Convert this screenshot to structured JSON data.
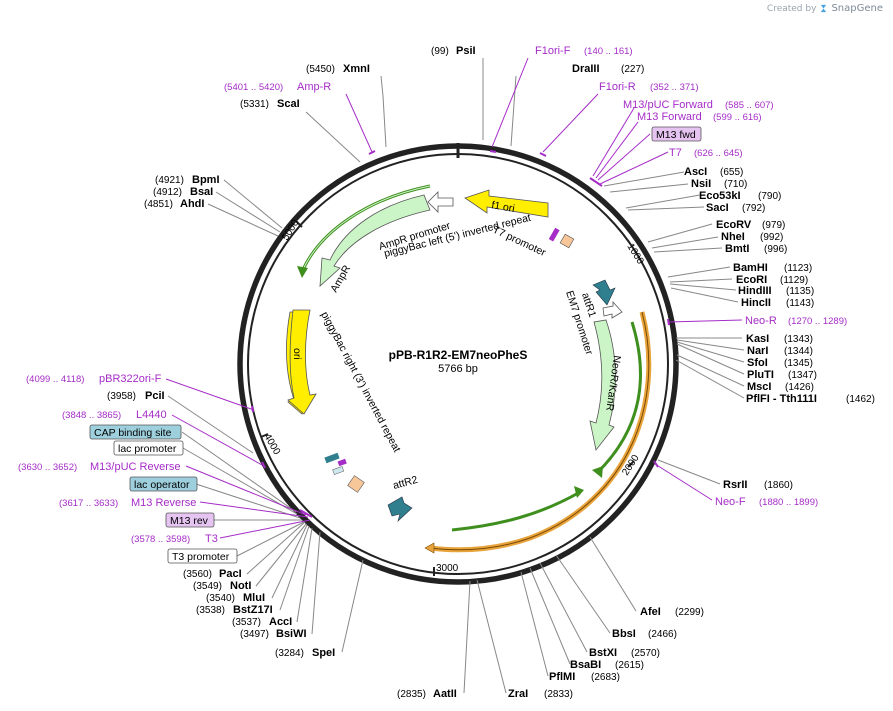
{
  "brand": {
    "created_by": "Created by",
    "name": "SnapGene"
  },
  "plasmid": {
    "name": "pPB-R1R2-EM7neoPheS",
    "length": "5766 bp"
  },
  "ticks": [
    "1000",
    "2000",
    "3000",
    "4000",
    "5000"
  ],
  "enzymes": [
    {
      "name": "PsiI",
      "pos": "(99)"
    },
    {
      "name": "DraIII",
      "pos": "(227)"
    },
    {
      "name": "XmnI",
      "pos": "(5450)"
    },
    {
      "name": "ScaI",
      "pos": "(5331)"
    },
    {
      "name": "AscI",
      "pos": "(655)"
    },
    {
      "name": "NsiI",
      "pos": "(710)"
    },
    {
      "name": "Eco53kI",
      "pos": "(790)"
    },
    {
      "name": "SacI",
      "pos": "(792)"
    },
    {
      "name": "EcoRV",
      "pos": "(979)"
    },
    {
      "name": "NheI",
      "pos": "(992)"
    },
    {
      "name": "BmtI",
      "pos": "(996)"
    },
    {
      "name": "BamHI",
      "pos": "(1123)"
    },
    {
      "name": "EcoRI",
      "pos": "(1129)"
    },
    {
      "name": "HindIII",
      "pos": "(1135)"
    },
    {
      "name": "HincII",
      "pos": "(1143)"
    },
    {
      "name": "KasI",
      "pos": "(1343)"
    },
    {
      "name": "NarI",
      "pos": "(1344)"
    },
    {
      "name": "SfoI",
      "pos": "(1345)"
    },
    {
      "name": "PluTI",
      "pos": "(1347)"
    },
    {
      "name": "MscI",
      "pos": "(1426)"
    },
    {
      "name": "PflFI - Tth111I",
      "pos": "(1462)"
    },
    {
      "name": "RsrII",
      "pos": "(1860)"
    },
    {
      "name": "AfeI",
      "pos": "(2299)"
    },
    {
      "name": "BbsI",
      "pos": "(2466)"
    },
    {
      "name": "BstXI",
      "pos": "(2570)"
    },
    {
      "name": "BsaBI",
      "pos": "(2615)"
    },
    {
      "name": "PflMI",
      "pos": "(2683)"
    },
    {
      "name": "ZraI",
      "pos": "(2833)"
    },
    {
      "name": "AatII",
      "pos": "(2835)"
    },
    {
      "name": "SpeI",
      "pos": "(3284)"
    },
    {
      "name": "BsiWI",
      "pos": "(3497)"
    },
    {
      "name": "AccI",
      "pos": "(3537)"
    },
    {
      "name": "BstZ17I",
      "pos": "(3538)"
    },
    {
      "name": "MluI",
      "pos": "(3540)"
    },
    {
      "name": "NotI",
      "pos": "(3549)"
    },
    {
      "name": "PacI",
      "pos": "(3560)"
    },
    {
      "name": "PciI",
      "pos": "(3958)"
    },
    {
      "name": "BpmI",
      "pos": "(4921)"
    },
    {
      "name": "BsaI",
      "pos": "(4912)"
    },
    {
      "name": "AhdI",
      "pos": "(4851)"
    }
  ],
  "primer_sites": [
    {
      "name": "F1ori-F",
      "range": "(140 .. 161)"
    },
    {
      "name": "F1ori-R",
      "range": "(352 .. 371)"
    },
    {
      "name": "M13/pUC Forward",
      "range": "(585 .. 607)"
    },
    {
      "name": "M13 Forward",
      "range": "(599 .. 616)"
    },
    {
      "name": "T7",
      "range": "(626 .. 645)"
    },
    {
      "name": "Amp-R",
      "range": "(5401 .. 5420)"
    },
    {
      "name": "Neo-R",
      "range": "(1270 .. 1289)"
    },
    {
      "name": "Neo-F",
      "range": "(1880 .. 1899)"
    },
    {
      "name": "pBR322ori-F",
      "range": "(4099 .. 4118)"
    },
    {
      "name": "L4440",
      "range": "(3848 .. 3865)"
    },
    {
      "name": "M13/pUC Reverse",
      "range": "(3630 .. 3652)"
    },
    {
      "name": "M13 Reverse",
      "range": "(3617 .. 3633)"
    },
    {
      "name": "T3",
      "range": "(3578 .. 3598)"
    }
  ],
  "boxed_labels": [
    {
      "name": "M13 fwd",
      "kind": "primer"
    },
    {
      "name": "CAP binding site",
      "kind": "protein_bind"
    },
    {
      "name": "lac promoter",
      "kind": "promoter"
    },
    {
      "name": "lac operator",
      "kind": "protein_bind"
    },
    {
      "name": "M13 rev",
      "kind": "primer"
    },
    {
      "name": "T3 promoter",
      "kind": "promoter"
    }
  ],
  "features": [
    {
      "name": "f1 ori"
    },
    {
      "name": "T7 promoter"
    },
    {
      "name": "piggyBac left (5') inverted repeat"
    },
    {
      "name": "AmpR promoter"
    },
    {
      "name": "AmpR"
    },
    {
      "name": "ori"
    },
    {
      "name": "piggyBac right (3') inverted repeat"
    },
    {
      "name": "attR1"
    },
    {
      "name": "EM7 promoter"
    },
    {
      "name": "NeoR/KanR"
    },
    {
      "name": "attR2"
    }
  ],
  "colors": {
    "primer": "#a52cc7",
    "backbone": "#222222",
    "origin": "#ffee00",
    "cds": "#ccf5c7",
    "att": "#2f7f8f",
    "orange_arc": "#e8a33a",
    "green_arc": "#3f8f1f"
  }
}
